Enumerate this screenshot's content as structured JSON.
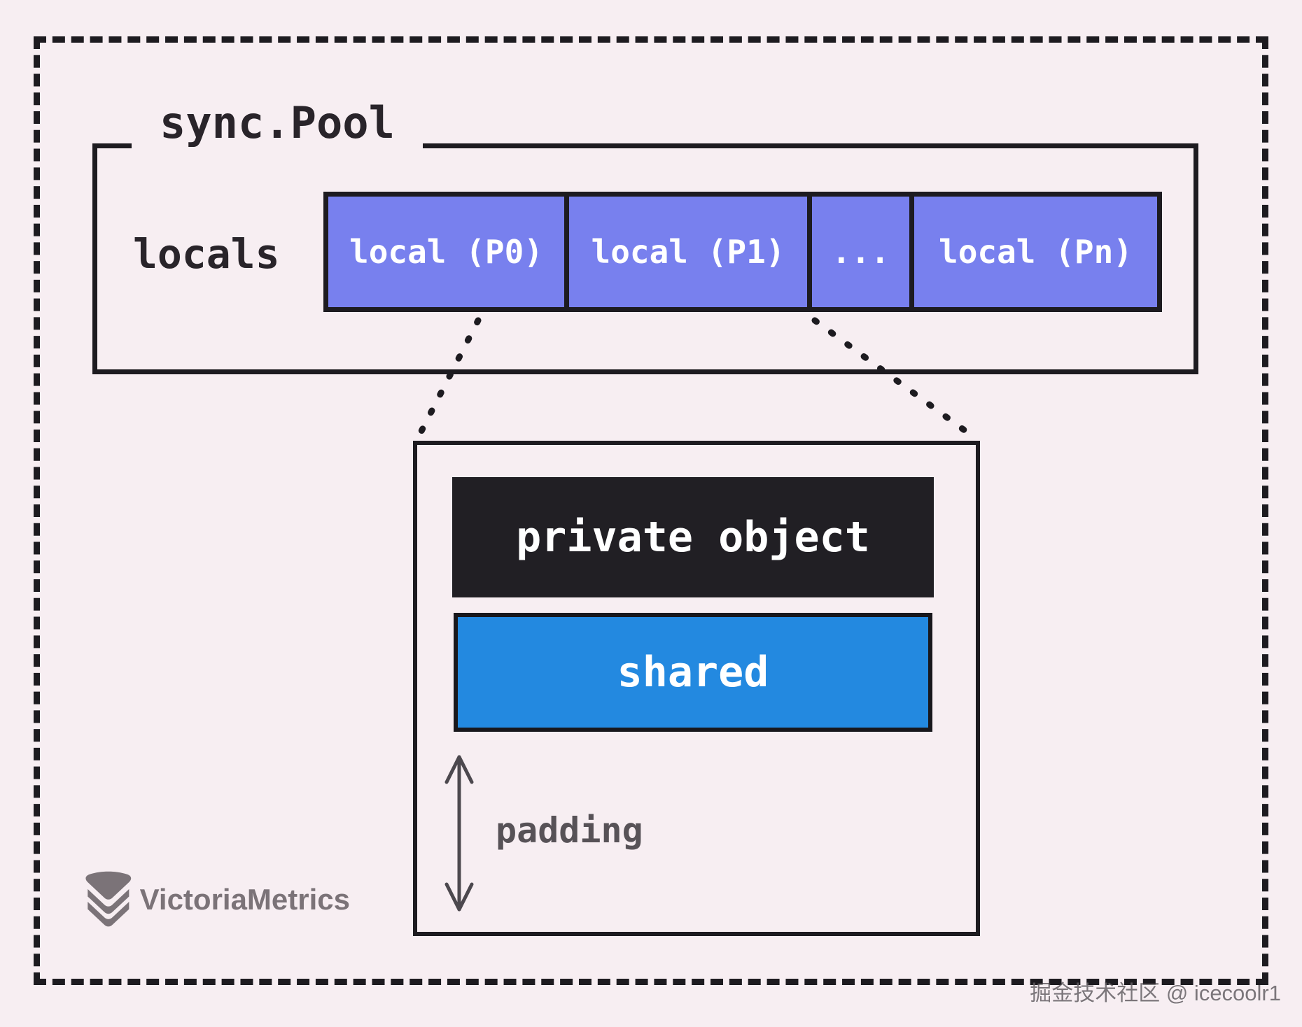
{
  "colors": {
    "background": "#f7eef2",
    "line": "#1d1b20",
    "cell_purple": "#7880ee",
    "shared_blue": "#2389e0",
    "private_dark": "#211f24",
    "muted_text": "#575257",
    "logo_gray": "#7b7378"
  },
  "pool": {
    "title": "sync.Pool",
    "locals_label": "locals",
    "cells": [
      {
        "label": "local (P0)"
      },
      {
        "label": "local (P1)"
      },
      {
        "label": "..."
      },
      {
        "label": "local (Pn)"
      }
    ]
  },
  "detail": {
    "private_label": "private object",
    "shared_label": "shared",
    "padding_label": "padding"
  },
  "branding": {
    "logo_text": "VictoriaMetrics"
  },
  "watermark": "掘金技术社区 @ icecoolr1"
}
